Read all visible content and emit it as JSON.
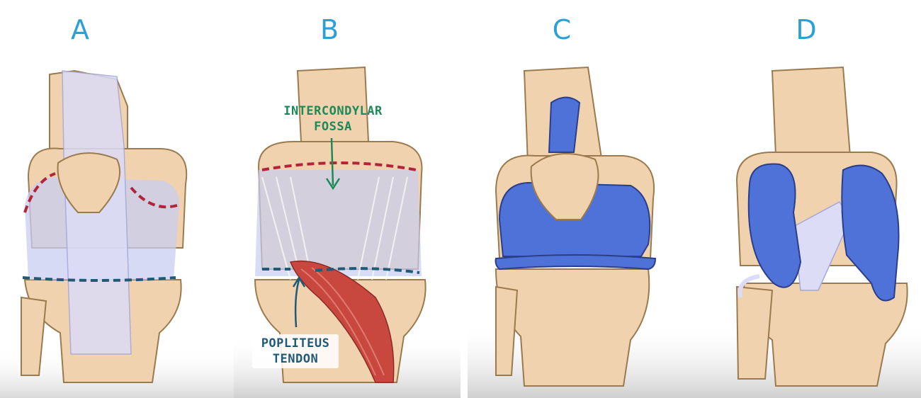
{
  "panels": [
    {
      "letter": "A"
    },
    {
      "letter": "B"
    },
    {
      "letter": "C"
    },
    {
      "letter": "D"
    }
  ],
  "labels": {
    "intercondylar": "INTERCONDYLAR\nFOSSA",
    "popliteus": "POPLITEUS\nTENDON"
  },
  "colors": {
    "letter": "#2a9fd8",
    "bone": "#f0d2ae",
    "bone_outline": "#9a7a4e",
    "capsule": "#c8cdf0",
    "ligament": "#dcdcf7",
    "capsule_line_red": "#b3243a",
    "capsule_line_blue": "#1f5a78",
    "bursa": "#4f72d8",
    "muscle": "#c8483f",
    "callout_green": "#1c8a58",
    "callout_blue": "#1f5a78"
  }
}
